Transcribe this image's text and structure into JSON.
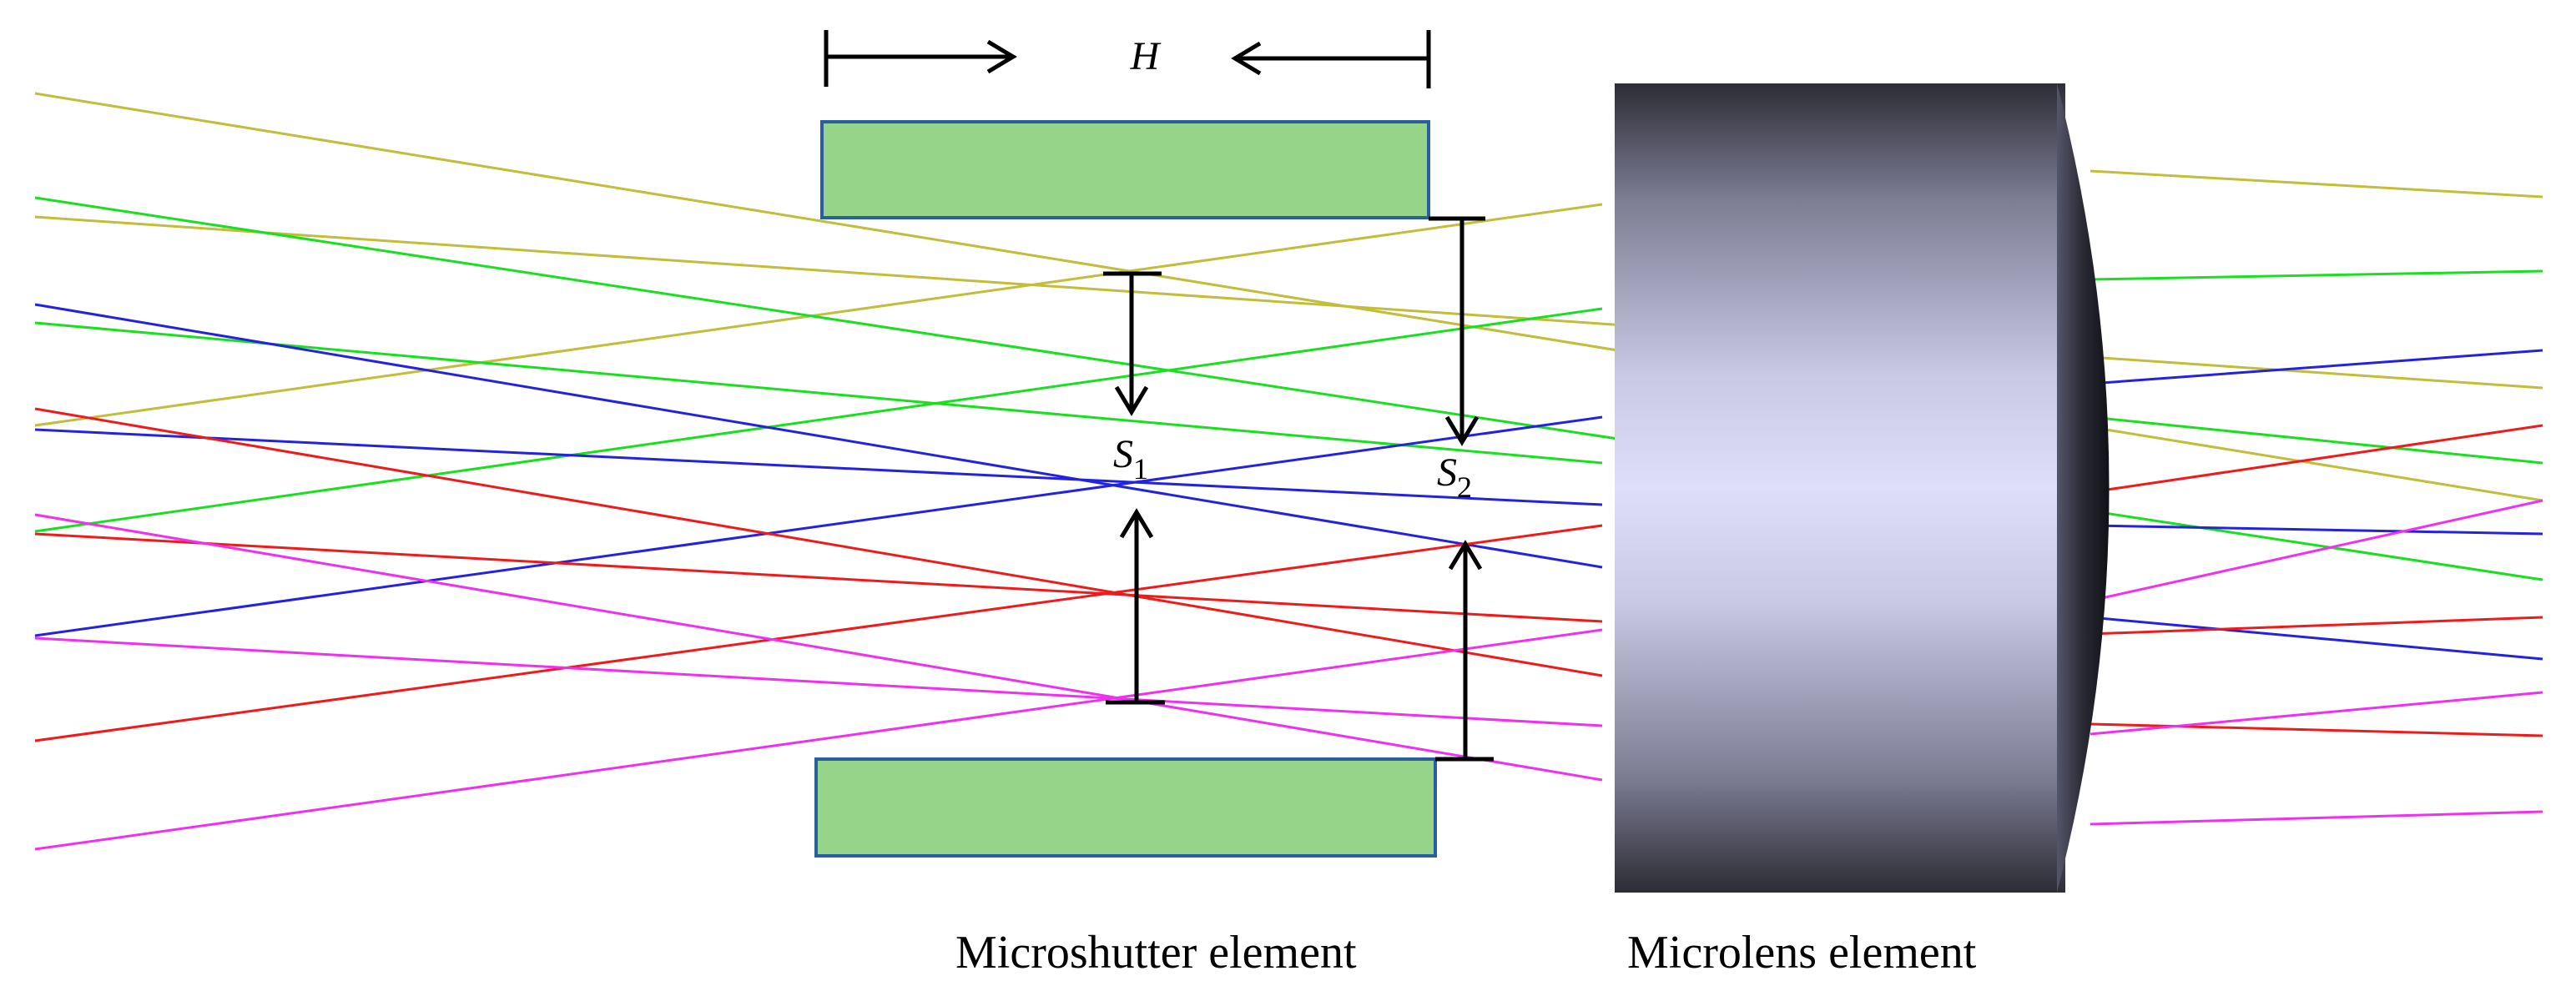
{
  "labels": {
    "width_symbol": "H",
    "s1": {
      "base": "S",
      "sub": "1"
    },
    "s2": {
      "base": "S",
      "sub": "2"
    },
    "microshutter_caption": "Microshutter element",
    "microlens_caption": "Microlens element"
  },
  "colors": {
    "shutter_fill": "#96d48a",
    "shutter_stroke": "#2a5f9e",
    "ray_yellow": "#c2bd3a",
    "ray_green": "#19e01f",
    "ray_blue": "#2222e0",
    "ray_red": "#f01a1a",
    "ray_magenta": "#f030f0",
    "arrow": "#000000"
  },
  "icons": {
    "width_arrows": "inward-arrows-icon",
    "gap_arrows": "double-headed-arrow-icon"
  }
}
